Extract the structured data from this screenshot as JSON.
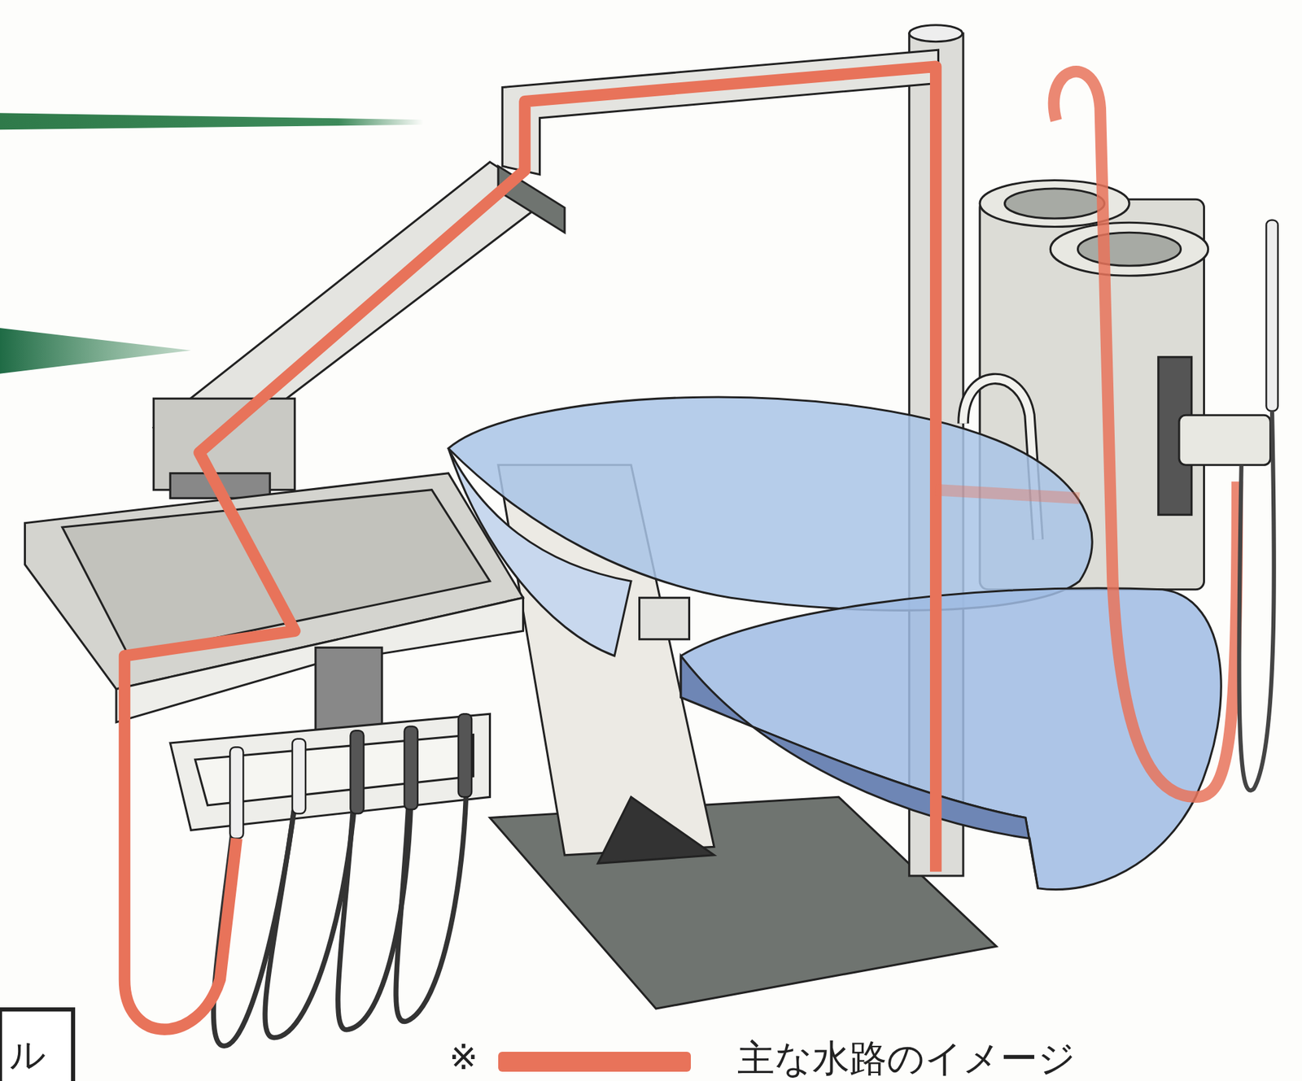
{
  "diagram": {
    "labels": [
      "※",
      "ル"
    ],
    "legend": [
      {
        "text": "主な水路のイメージ",
        "color": "#e8735a"
      }
    ]
  }
}
